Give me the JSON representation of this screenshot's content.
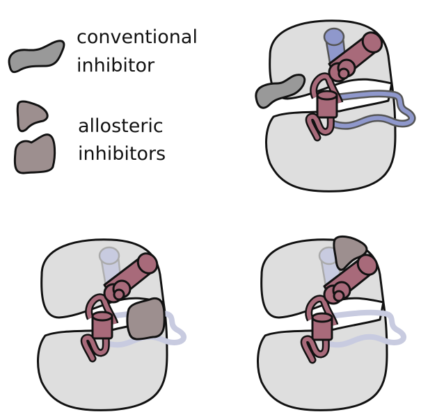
{
  "legend": {
    "conventional_line1": "conventional",
    "conventional_line2": "inhibitor",
    "allosteric_line1": "allosteric",
    "allosteric_line2": "inhibitors"
  },
  "colors": {
    "protein": "#dedede",
    "conventional_inhibitor": "#999999",
    "allosteric_inhibitor": "#9d8f8f",
    "helix_red": "#a86a7a",
    "helix_blue": "#8f98cc",
    "outline": "#111111"
  },
  "panels": [
    {
      "id": "conventional-bound",
      "inhibitor": "conventional",
      "blue_segment": "opaque"
    },
    {
      "id": "allosteric-side-bound",
      "inhibitor": "allosteric",
      "blue_segment": "faded"
    },
    {
      "id": "allosteric-top-bound",
      "inhibitor": "allosteric",
      "blue_segment": "faded"
    }
  ]
}
